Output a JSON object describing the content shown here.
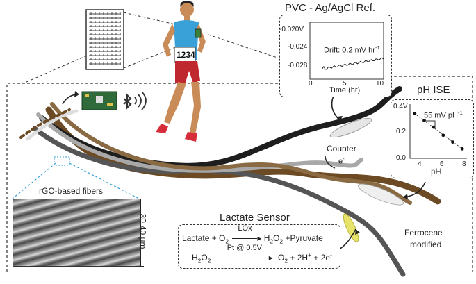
{
  "ref_panel": {
    "title": "PVC - Ag/AgCl Ref.",
    "y_ticks": [
      "-0.020V",
      "-0.024",
      "-0.028"
    ],
    "x_ticks": [
      "0",
      "5",
      "10"
    ],
    "x_label": "Time (hr)",
    "drift_text": "Drift: 0.2 mV hr",
    "drift_sup": "-1"
  },
  "ph_panel": {
    "title": "pH ISE",
    "y_ticks": [
      "0.4V",
      "0.2",
      "0.0"
    ],
    "x_ticks": [
      "4",
      "6",
      "8"
    ],
    "x_label": "pH",
    "slope_text": "55 mV pH",
    "slope_sup": "-1",
    "chart_data": {
      "type": "scatter",
      "x": [
        3,
        4,
        5,
        6,
        7,
        8
      ],
      "y": [
        0.33,
        0.28,
        0.23,
        0.17,
        0.12,
        0.07
      ],
      "xlim": [
        2.5,
        8.5
      ],
      "ylim": [
        0,
        0.4
      ]
    }
  },
  "ref_chart_data": {
    "type": "line",
    "xlim": [
      -2,
      10
    ],
    "ylim": [
      -0.03,
      -0.019
    ]
  },
  "runner": {
    "bib": "1234"
  },
  "counter_label": "Counter",
  "counter_e": "e",
  "counter_e_sup": "-",
  "fiber_label": "rGO-based fibers",
  "scale_label": "30-40 μm",
  "ferrocene_label": [
    "Ferrocene",
    "modified"
  ],
  "lactate": {
    "title": "Lactate Sensor",
    "enzyme": "LOx",
    "eq1_left": "Lactate + O",
    "eq1_left_sub": "2",
    "eq1_right": "+Pyruvate",
    "eq1_mid_a": "H",
    "eq1_mid_sub1": "2",
    "eq1_mid_b": "O",
    "eq1_mid_sub2": "2",
    "eq2_left_a": "H",
    "eq2_left_sub1": "2",
    "eq2_left_b": "O",
    "eq2_left_sub2": "2",
    "condition": "Pt @ 0.5V",
    "eq2_right_a": "O",
    "eq2_right_sub": "2",
    "eq2_right_b": " + 2H",
    "eq2_right_sup": "+",
    "eq2_right_c": " +  2e",
    "eq2_right_sup2": "-"
  },
  "colors": {
    "brown": "#6b4a24",
    "black": "#1e1e1e",
    "gray": "#a8a8a8",
    "yellow": "#e7e36a",
    "pcb": "#2f6b3a"
  }
}
